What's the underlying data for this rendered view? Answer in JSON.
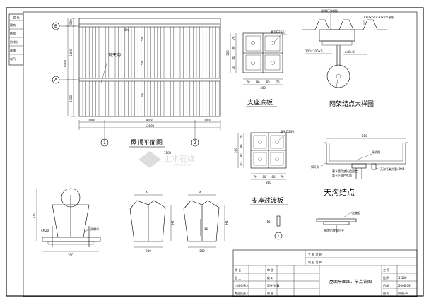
{
  "sidebar": {
    "header": "会 签",
    "rows": [
      "建筑",
      "结构",
      "给排水",
      "暖通",
      "电气"
    ]
  },
  "roof_plan": {
    "title": "屋顶平面图",
    "axis_b": "B",
    "axis_a": "A",
    "axis_1": "1",
    "axis_2": "2",
    "gutter_label": "钢天沟",
    "slope_1": "5%",
    "slope_2": "5%",
    "slope_3": "5%",
    "slope_4": "5%",
    "dim_900": "900",
    "dim_5400": "5400",
    "dim_9900": "9900",
    "dim_3600": "3600",
    "dim_2400_l": "2400",
    "dim_9000": "9000",
    "dim_2400_r": "2400",
    "dim_13800": "13800"
  },
  "support_plate": {
    "title": "支座底板",
    "hole_label": "圆孔D26孔",
    "dim_70a": "70",
    "dim_80a": "80",
    "dim_80b": "80",
    "dim_70b": "70",
    "dim_300": "300",
    "v_70a": "70",
    "v_80a": "80",
    "v_80b": "80",
    "v_70b": "70",
    "v_300": "300"
  },
  "node_detail": {
    "title": "网架结点大样图",
    "sheet_label": "彩钢压型钢板",
    "purlin_label": "C80×50×20×2.5檩条",
    "plate_label": "100×100×6",
    "pipe_label": "φ48×3"
  },
  "transition_plate": {
    "title": "支座过渡板",
    "hole_label": "圆孔D24孔",
    "dim_70a": "70",
    "dim_80a": "80",
    "dim_80b": "80",
    "dim_70b": "70",
    "dim_300": "300",
    "v_70a": "70",
    "v_80a": "80",
    "v_80b": "80",
    "v_70b": "70",
    "v_300": "300"
  },
  "gutter": {
    "title": "天沟结点",
    "dim_600": "600",
    "outlet_label": "导流槽",
    "plate_label": "钢天沟",
    "note_1": "落水管用底托盘固定",
    "note_2": "盖于下部PVC管",
    "pipe_label": "天沟托架方管40X4"
  },
  "transition_node": {
    "label": "过渡板",
    "weld_label": "搁置后底部打平",
    "num": "1",
    "dim_16": "-16"
  },
  "support_elev": {
    "double_nut": "双螺母",
    "bolt": "4M20",
    "dim_350": "350",
    "dim_275": "275",
    "h1": "H1",
    "h2": "H2",
    "mark_a1": "A",
    "mark_a2": "A",
    "dim_300a": "300",
    "dim_300b": "300",
    "dim_16": "16"
  },
  "watermark": {
    "text": "土木在线",
    "sub": "COIBEI.COM",
    "code": "1100"
  },
  "title_block": {
    "project_name_label": "工 程 名 称",
    "item_name_label": "项 目 名 称",
    "rows_left": [
      [
        "院 长",
        "",
        "审 核",
        ""
      ],
      [
        "总 工",
        "",
        "校 对",
        ""
      ],
      [
        "工程负责人",
        "",
        "设计/计算",
        ""
      ],
      [
        "专业负责人",
        "",
        "制 图",
        ""
      ]
    ],
    "drawing_title": "屋面平面图、节点详图",
    "fields": [
      [
        "工 号",
        ""
      ],
      [
        "比 例",
        "1:100"
      ],
      [
        "日 期",
        "2006.09"
      ],
      [
        "图 号",
        "网施-04"
      ]
    ]
  }
}
